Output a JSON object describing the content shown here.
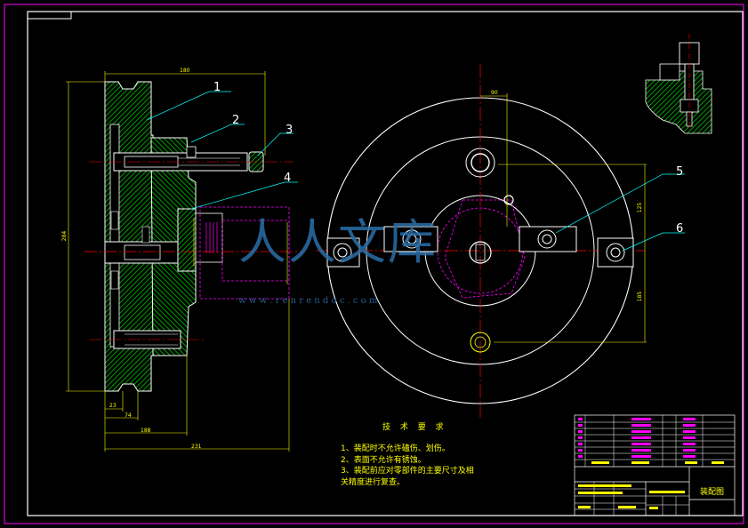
{
  "part_labels": [
    "1",
    "2",
    "3",
    "4",
    "5",
    "6"
  ],
  "dimensions": {
    "top_width": "180",
    "overall_height": "284",
    "dim_a": "23",
    "dim_b": "74",
    "dim_c": "188",
    "dim_d": "231",
    "right_top": "90",
    "right_v1": "125",
    "right_v2": "185"
  },
  "technical_requirements": {
    "title": "技 术 要 求",
    "lines": [
      "1、装配时不允许磕伤、划伤。",
      "2、表面不允许有锈蚀。",
      "3、装配前应对零部件的主要尺寸及相",
      "关精度进行复查。"
    ]
  },
  "title_block": {
    "drawing_name": "装配图"
  },
  "watermark": {
    "text": "人人文库",
    "url": "w w w . r e n r e n d o c . c o m"
  },
  "colors": {
    "background": "#000000",
    "frame": "#ff00ff",
    "outline": "#ffffff",
    "section": "#00ff00",
    "dimension": "#ffff00",
    "center": "#ff0000",
    "leader": "#00ffff",
    "hidden": "#ff00ff"
  }
}
